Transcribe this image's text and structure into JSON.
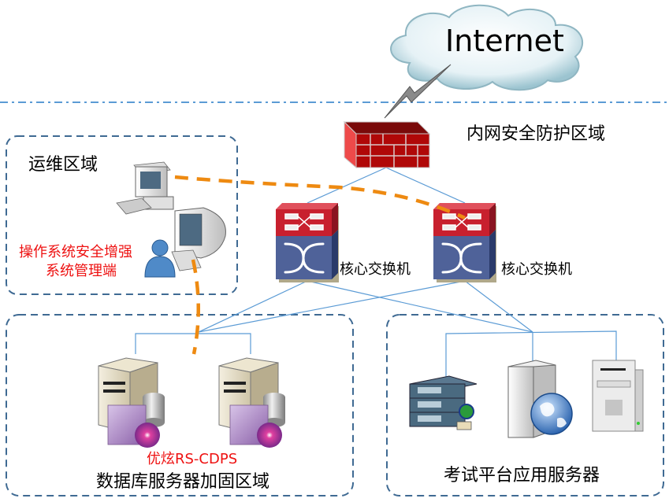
{
  "internet": {
    "label": "Internet"
  },
  "zones": {
    "intranet": {
      "label": "内网安全防护区域"
    },
    "ops": {
      "label": "运维区域",
      "client_label_line1": "操作系统安全增强",
      "client_label_line2": "系统管理端"
    },
    "database": {
      "label": "数据库服务器加固区域",
      "product_label": "优炫RS-CDPS"
    },
    "exam": {
      "label": "考试平台应用服务器"
    }
  },
  "switches": [
    {
      "label": "核心交换机"
    },
    {
      "label": "核心交换机"
    }
  ],
  "colors": {
    "zone_border": "#3f6a93",
    "link_line": "#5b9bd5",
    "mgmt_link": "#ee8a11",
    "highlight_text": "#ee1111",
    "firewall": "#b01010",
    "switch_top": "#c8202e",
    "switch_body": "#4f6299"
  }
}
